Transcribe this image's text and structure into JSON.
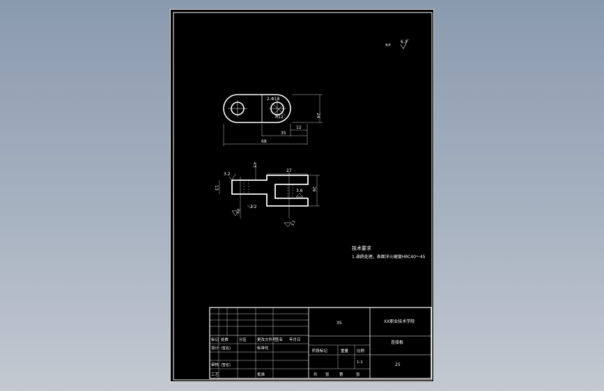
{
  "drawing": {
    "surface_roughness": {
      "corner_prefix": "其余",
      "corner_value": "6.3"
    },
    "top_view": {
      "dim_hole": "2-Φ18",
      "dim_radius": "R12",
      "dim_height": "24",
      "dim_center": "35",
      "dim_end": "12",
      "dim_total": "68"
    },
    "front_view": {
      "dim_slot_width": "27",
      "dim_step": "4.5",
      "dim_left_h": "13",
      "dim_right_h": "26",
      "rough_left": "3.2",
      "rough_bottom_left": "3.2",
      "rough_bottom_mid": "3.2",
      "rough_right": "3.6",
      "rough_bottom": "3.2"
    },
    "notes": {
      "title": "技术要求",
      "line1": "1.调质处理，表面淬火硬度HRC40～45"
    }
  },
  "title_block": {
    "header_cells": [
      "标记",
      "处数",
      "分区",
      "更改文件号",
      "签名",
      "年月日"
    ],
    "row_design": [
      "设计",
      "(签名)",
      "标准化"
    ],
    "row_review": [
      "审核",
      "(签名)"
    ],
    "row_process": [
      "工艺",
      "批准"
    ],
    "stage_labels": [
      "阶段标记",
      "重量",
      "比例"
    ],
    "scale": "1:1",
    "sheet_info": [
      "共",
      "张",
      "第",
      "张"
    ],
    "material": "35",
    "school": "XX职业技术学院",
    "part_name": "连接板",
    "drawing_no": "25"
  }
}
